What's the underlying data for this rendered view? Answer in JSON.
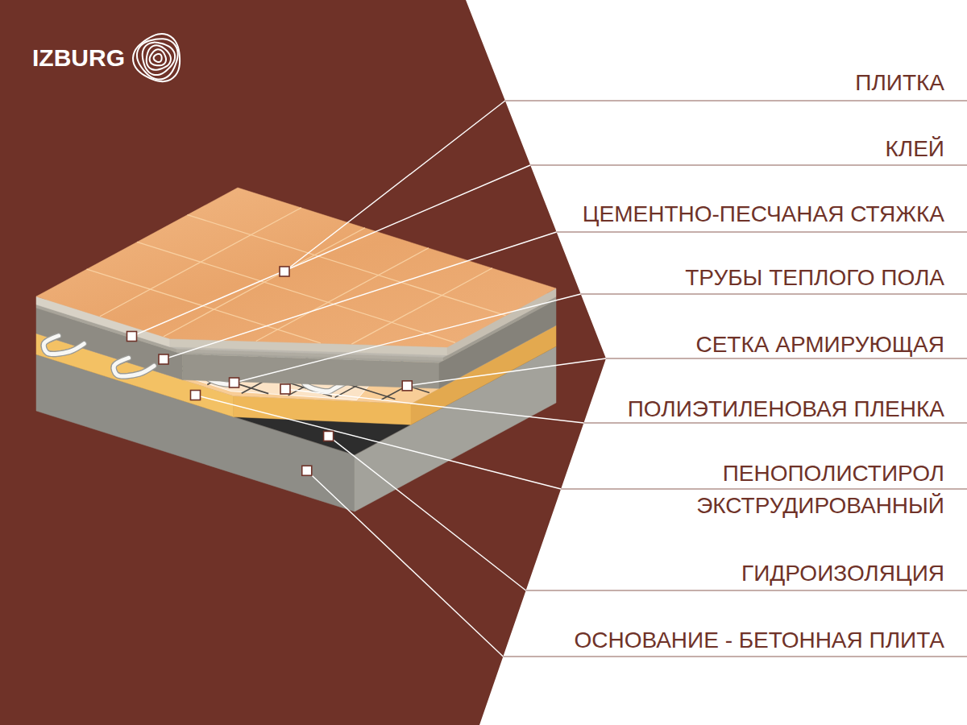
{
  "diagram": {
    "labels": [
      "IZBURG",
      "ПЛИТКА",
      "КЛЕЙ",
      "ЦЕМЕНТНО-ПЕСЧАНАЯ СТЯЖКА",
      "ТРУБЫ ТЕПЛОГО ПОЛА",
      "СЕТКА АРМИРУЮЩАЯ",
      "ПОЛИЭТИЛЕНОВАЯ ПЛЕНКА",
      "ПЕНОПОЛИСТИРОЛ ЭКСТРУДИРОВАННЫЙ",
      "ГИДРОИЗОЛЯЦИЯ",
      "ОСНОВАНИЕ - БЕТОННАЯ ПЛИТА"
    ]
  }
}
